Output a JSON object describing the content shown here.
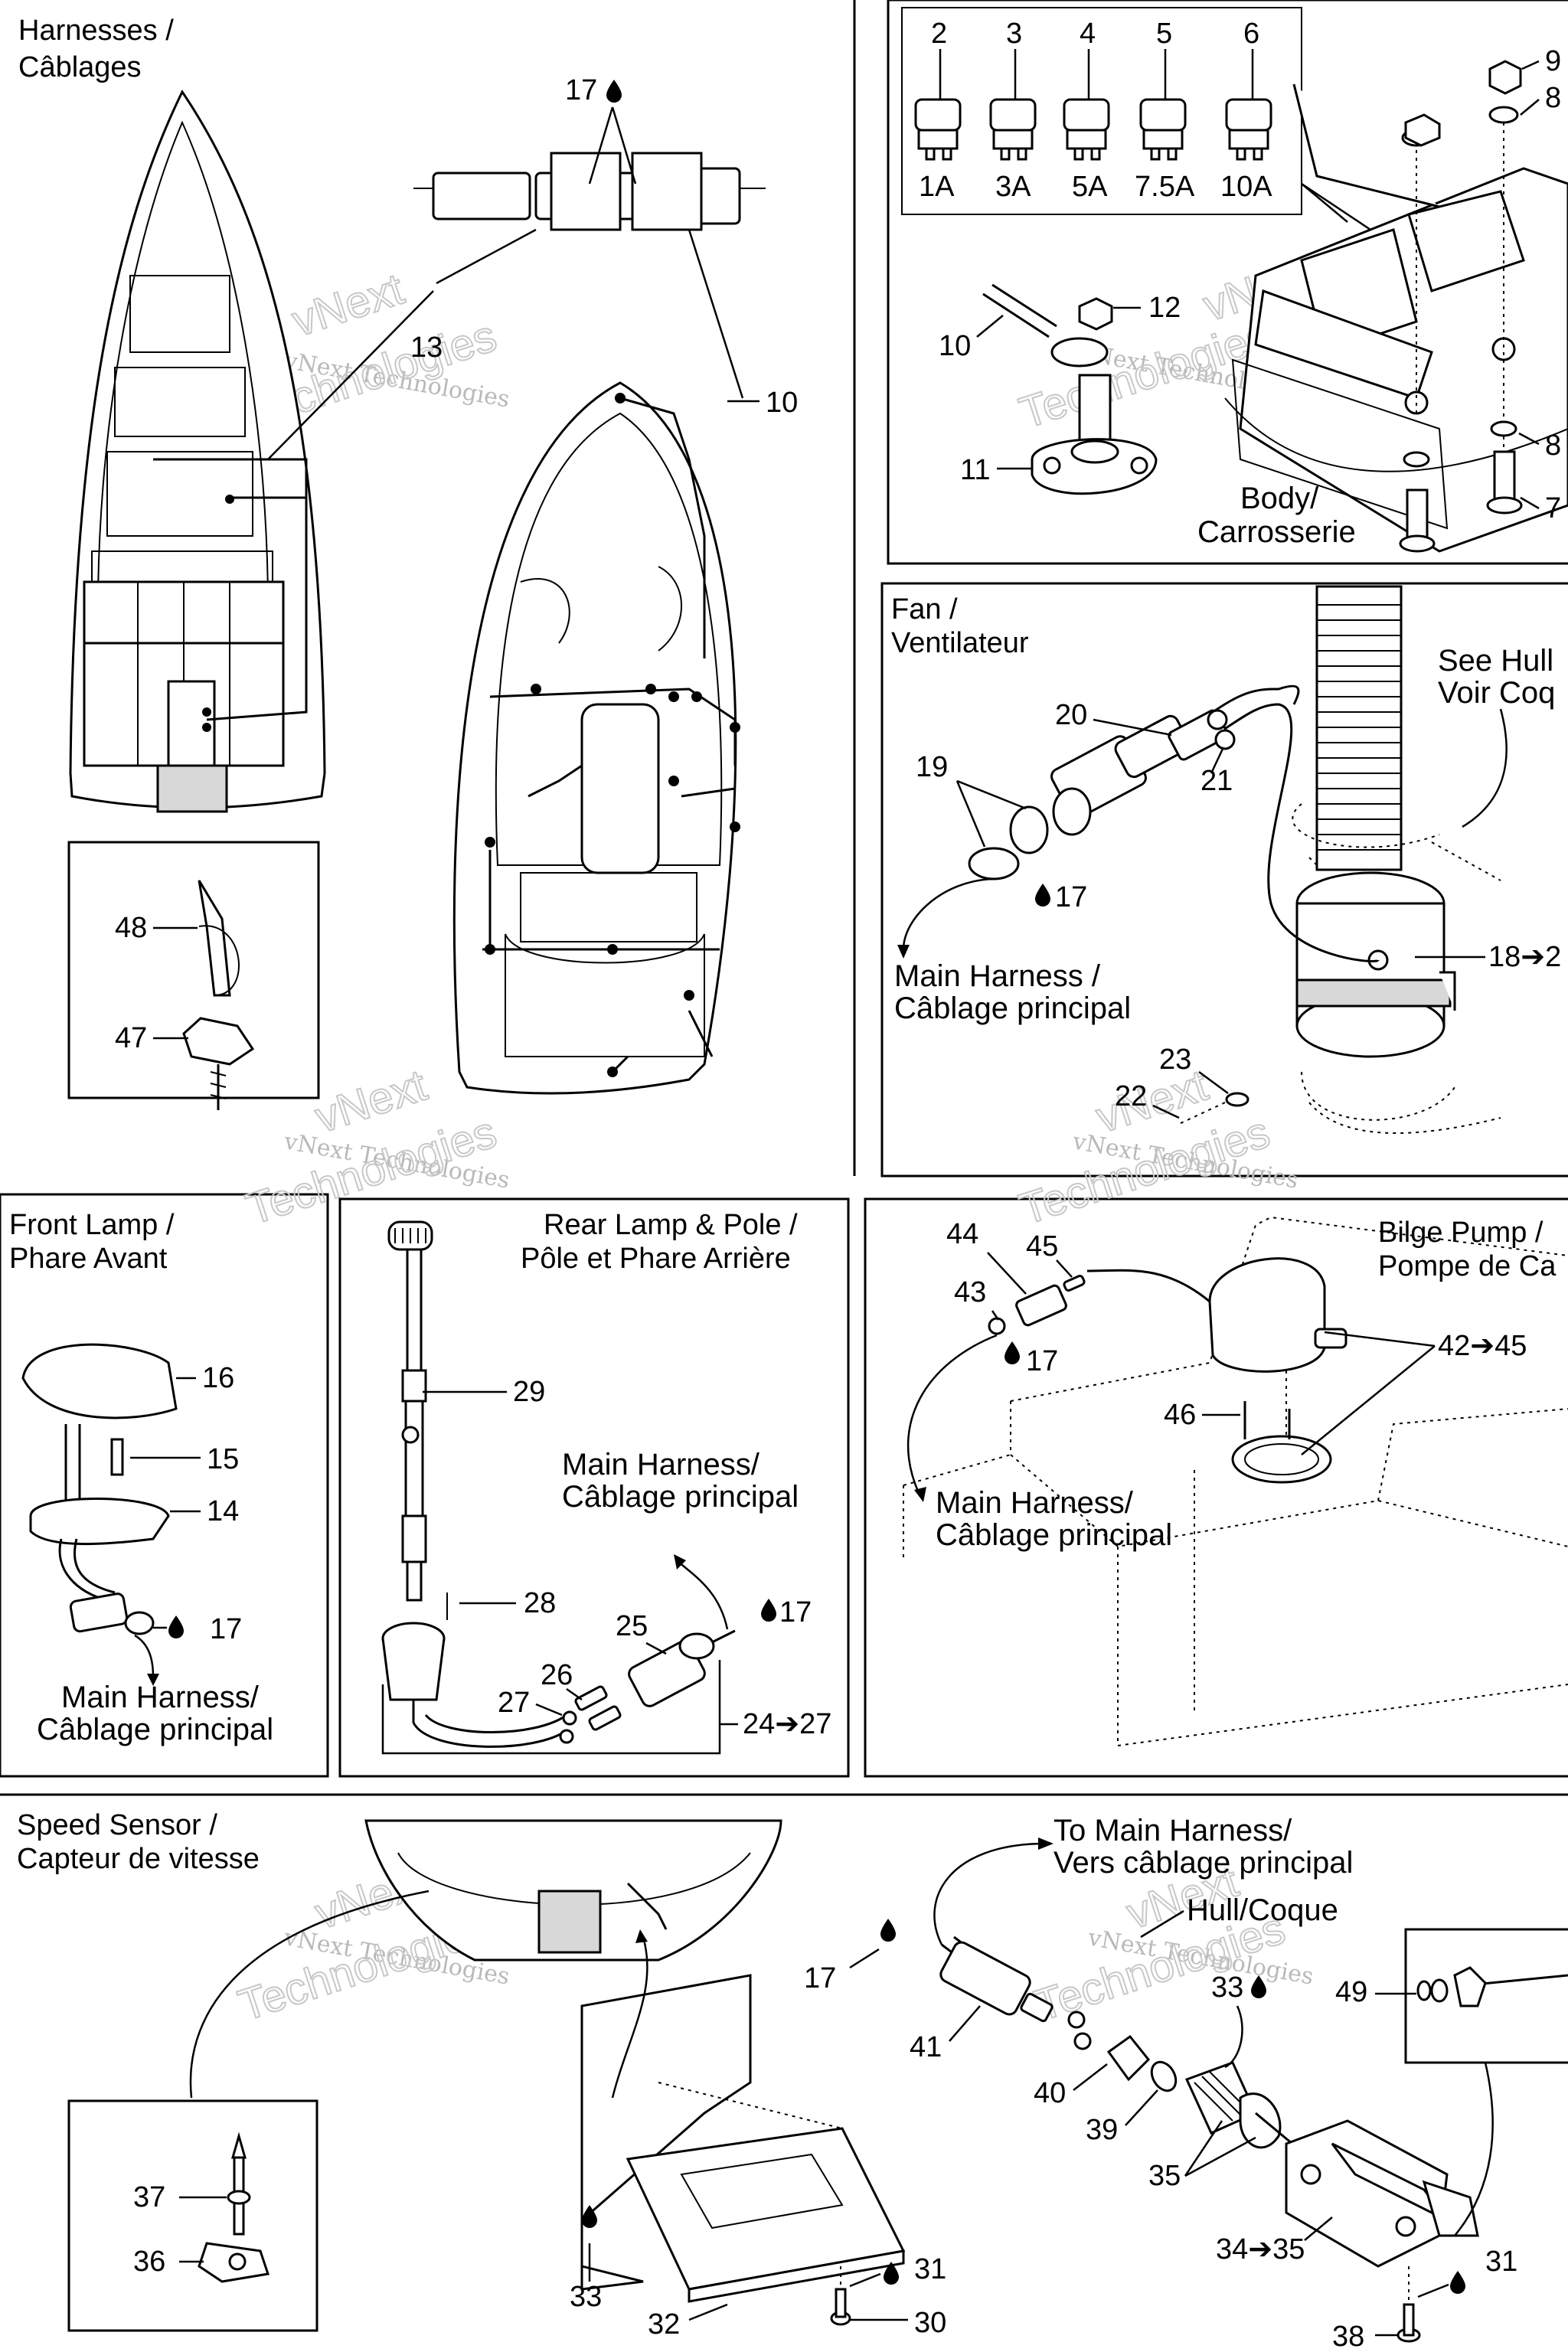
{
  "panels": {
    "harnesses": {
      "title_1": "Harnesses /",
      "title_2": "Câblages"
    },
    "fan": {
      "title_1": "Fan /",
      "title_2": "Ventilateur"
    },
    "front_lamp": {
      "title_1": "Front Lamp /",
      "title_2": "Phare Avant"
    },
    "rear_lamp": {
      "title_1": "Rear Lamp & Pole /",
      "title_2": "Pôle et Phare Arrière"
    },
    "bilge_pump": {
      "title_1": "Bilge Pump /",
      "title_2": "Pompe de Ca"
    },
    "speed_sensor": {
      "title_1": "Speed Sensor /",
      "title_2": "Capteur de vitesse"
    }
  },
  "fuses": [
    {
      "number": "2",
      "rating": "1A"
    },
    {
      "number": "3",
      "rating": "3A"
    },
    {
      "number": "4",
      "rating": "5A"
    },
    {
      "number": "5",
      "rating": "7.5A"
    },
    {
      "number": "6",
      "rating": "10A"
    }
  ],
  "labels": {
    "body_1": "Body/",
    "body_2": "Carrosserie",
    "see_hull_1": "See Hull",
    "see_hull_2": "Voir Coq",
    "main_harness_1": "Main Harness /",
    "main_harness_1b": "Main Harness/",
    "main_harness_2": "Câblage principal",
    "to_main_1": "To Main Harness/",
    "to_main_2": "Vers câblage principal",
    "hull": "Hull/Coque",
    "ref_18": "18➔2",
    "ref_24": "24➔27",
    "ref_42": "42➔45",
    "ref_34": "34➔35"
  },
  "part_numbers": {
    "n7": "7",
    "n8": "8",
    "n9": "9",
    "n10": "10",
    "n11": "11",
    "n12": "12",
    "n13": "13",
    "n14": "14",
    "n15": "15",
    "n16": "16",
    "n17": "17",
    "n19": "19",
    "n20": "20",
    "n21": "21",
    "n22": "22",
    "n23": "23",
    "n25": "25",
    "n26": "26",
    "n27": "27",
    "n28": "28",
    "n29": "29",
    "n30": "30",
    "n31": "31",
    "n32": "32",
    "n33": "33",
    "n35": "35",
    "n36": "36",
    "n37": "37",
    "n38": "38",
    "n39": "39",
    "n40": "40",
    "n41": "41",
    "n43": "43",
    "n44": "44",
    "n45": "45",
    "n46": "46",
    "n47": "47",
    "n48": "48",
    "n49": "49"
  },
  "watermark": {
    "line_1": "vNext",
    "line_2": "vNext Technologies",
    "line_3": "Technologies"
  }
}
